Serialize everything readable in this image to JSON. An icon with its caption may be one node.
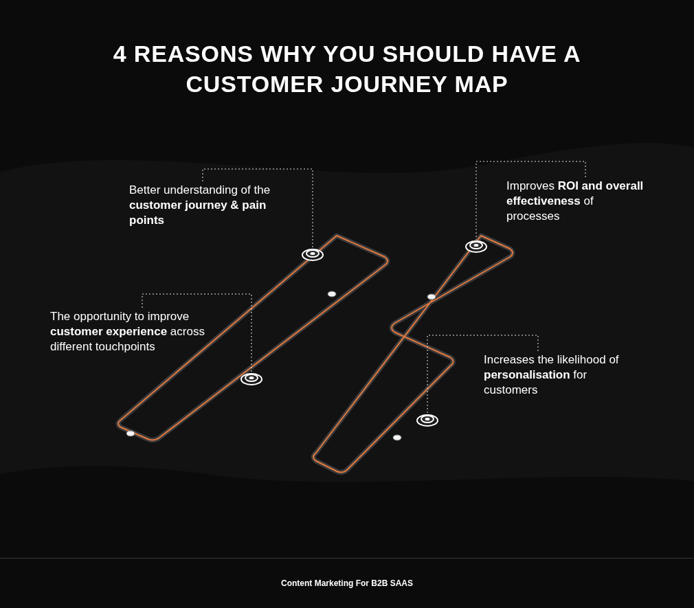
{
  "diagram": {
    "title": "4 REASONS **WHY YOU SHOULD HAVE A** CUSTOMER JOURNEY MAP",
    "nodes": [
      {
        "text": [
          "Better understanding of the **customer journey & pain points**"
        ]
      },
      {
        "text": [
          "Improves **ROI and overall effectiveness** of processes"
        ]
      },
      {
        "text": [
          "The opportunity to improve **customer experience** across different touchpoints"
        ]
      },
      {
        "text": [
          "Increases the likelihood of **personalisation** for customers"
        ]
      },
      {
        "text": [],
        "shape": "circle"
      },
      {
        "text": [],
        "shape": "circle"
      },
      {
        "text": [],
        "shape": "circle"
      },
      {
        "text": [],
        "shape": "circle"
      }
    ],
    "edges": [
      {
        "from": 0,
        "to": 4,
        "arrow": "none",
        "style": "dashed"
      },
      {
        "from": 1,
        "to": 5,
        "arrow": "none",
        "style": "dashed"
      },
      {
        "from": 2,
        "to": 6,
        "arrow": "none",
        "style": "dashed"
      },
      {
        "from": 3,
        "to": 7,
        "arrow": "none",
        "style": "dashed"
      }
    ],
    "labels": [
      "Content Marketing **For B2B SAAS**"
    ]
  }
}
